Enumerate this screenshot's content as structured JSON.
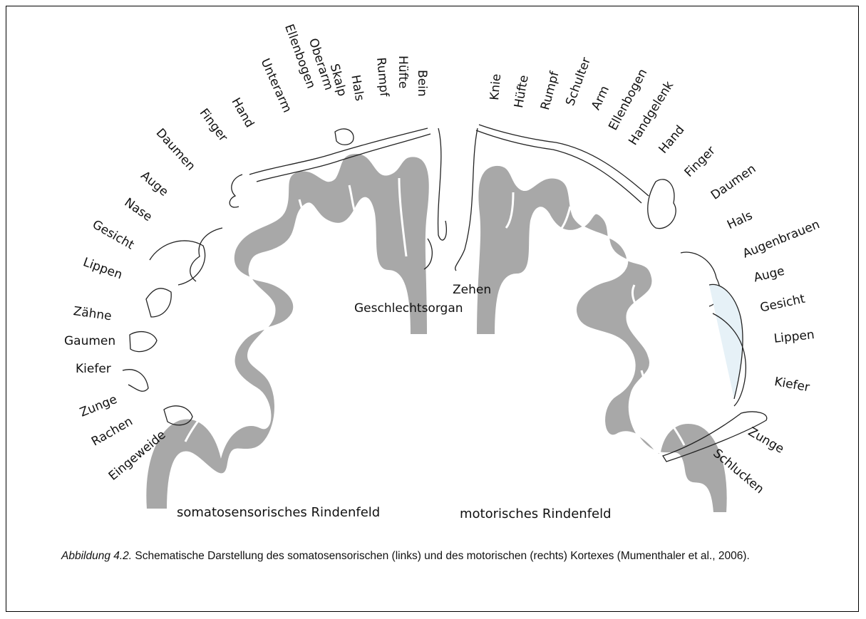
{
  "left_labels": [
    "Bein",
    "Hüfte",
    "Rumpf",
    "Hals",
    "Skalp",
    "Oberarm",
    "Ellenbogen",
    "Unterarm",
    "Hand",
    "Finger",
    "Daumen",
    "Auge",
    "Nase",
    "Gesicht",
    "Lippen",
    "Zähne",
    "Gaumen",
    "Kiefer",
    "Zunge",
    "Rachen",
    "Eingeweide"
  ],
  "right_labels": [
    "Knie",
    "Hüfte",
    "Rumpf",
    "Schulter",
    "Arm",
    "Ellenbogen",
    "Handgelenk",
    "Hand",
    "Finger",
    "Daumen",
    "Hals",
    "Augenbrauen",
    "Auge",
    "Gesicht",
    "Lippen",
    "Kiefer",
    "Zunge",
    "Schlucken"
  ],
  "center_labels": {
    "zehen": "Zehen",
    "geschlechtsorgan": "Geschlechtsorgan"
  },
  "area_labels": {
    "left": "somatosensorisches Rindenfeld",
    "right": "motorisches Rindenfeld"
  },
  "caption": {
    "figure_label": "Abbildung 4.2.",
    "text": " Schematische Darstellung des somatosensorischen  (links) und des motorischen (rechts) Kortexes (Mumenthaler et al., 2006)."
  },
  "colors": {
    "cortex_fill": "#a8a8a8",
    "cortex_edge": "#ffffff",
    "outline": "#222222",
    "face_tint": "#e6f1f7"
  }
}
